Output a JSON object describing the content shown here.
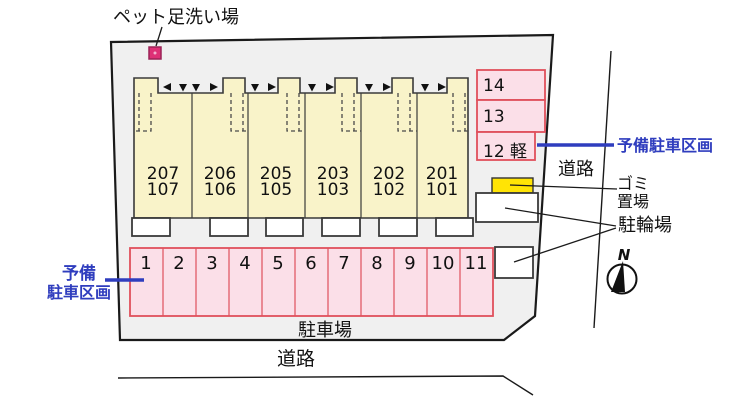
{
  "diagram": {
    "pet_wash_label": "ペット足洗い場",
    "spare_parking_right_label": "予備駐車区画",
    "spare_parking_left": {
      "line1": "予備",
      "line2": "駐車区画"
    },
    "road_right_label": "道路",
    "road_bottom_label": "道路",
    "garbage": {
      "line1": "ゴミ",
      "line2": "置場"
    },
    "bicycle_label": "駐輪場",
    "parking_lot_label": "駐車場",
    "compass_north_label": "N"
  },
  "building": {
    "units": [
      {
        "upper": "207",
        "lower": "107"
      },
      {
        "upper": "206",
        "lower": "106"
      },
      {
        "upper": "205",
        "lower": "105"
      },
      {
        "upper": "203",
        "lower": "103"
      },
      {
        "upper": "202",
        "lower": "102"
      },
      {
        "upper": "201",
        "lower": "101"
      }
    ]
  },
  "parking": {
    "row_spots": [
      "1",
      "2",
      "3",
      "4",
      "5",
      "6",
      "7",
      "8",
      "9",
      "10",
      "11"
    ],
    "side_spots": [
      "14",
      "13",
      "12 軽"
    ]
  },
  "colors": {
    "site_fill": "#f0f0f0",
    "site_border": "#1a1a1a",
    "building_fill": "#f9f3c9",
    "building_border": "#3a3a3a",
    "parking_fill": "#fbdfe8",
    "parking_border": "#e0505c",
    "pet_square_fill": "#de3076",
    "garbage_fill": "#ffe405",
    "accent_blue": "#2f3dbe"
  }
}
